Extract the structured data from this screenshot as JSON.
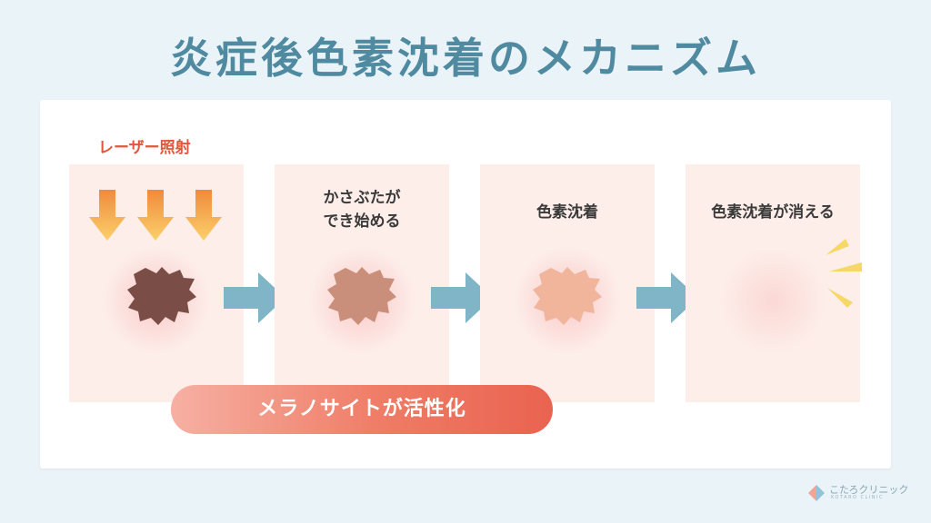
{
  "title": "炎症後色素沈着のメカニズム",
  "laser_label": "レーザー照射",
  "steps": [
    {
      "label": ""
    },
    {
      "label_lines": [
        "かさぶたが",
        "でき始める"
      ]
    },
    {
      "label": "色素沈着"
    },
    {
      "label": "色素沈着が消える"
    }
  ],
  "banner": "メラノサイトが活性化",
  "logo": {
    "name": "こたろクリニック",
    "sub": "KOTARO CLINIC"
  },
  "colors": {
    "title": "#4f8aa0",
    "laser_label": "#e2573c",
    "panel_bg": "#fdeeea",
    "flow_arrow": "#7fb5c6",
    "laser_arrow_top": "#f08a3c",
    "laser_arrow_bottom": "#fbd06b",
    "blot_dark": "#7a4e47",
    "blot_mid": "#c98f7a",
    "blot_light": "#f0b59a",
    "sparkle": "#f6d867"
  },
  "icons": [
    "laser-arrow-icon",
    "flow-arrow-icon",
    "pigment-blot-icon",
    "sparkle-icon",
    "clinic-logo-icon"
  ]
}
